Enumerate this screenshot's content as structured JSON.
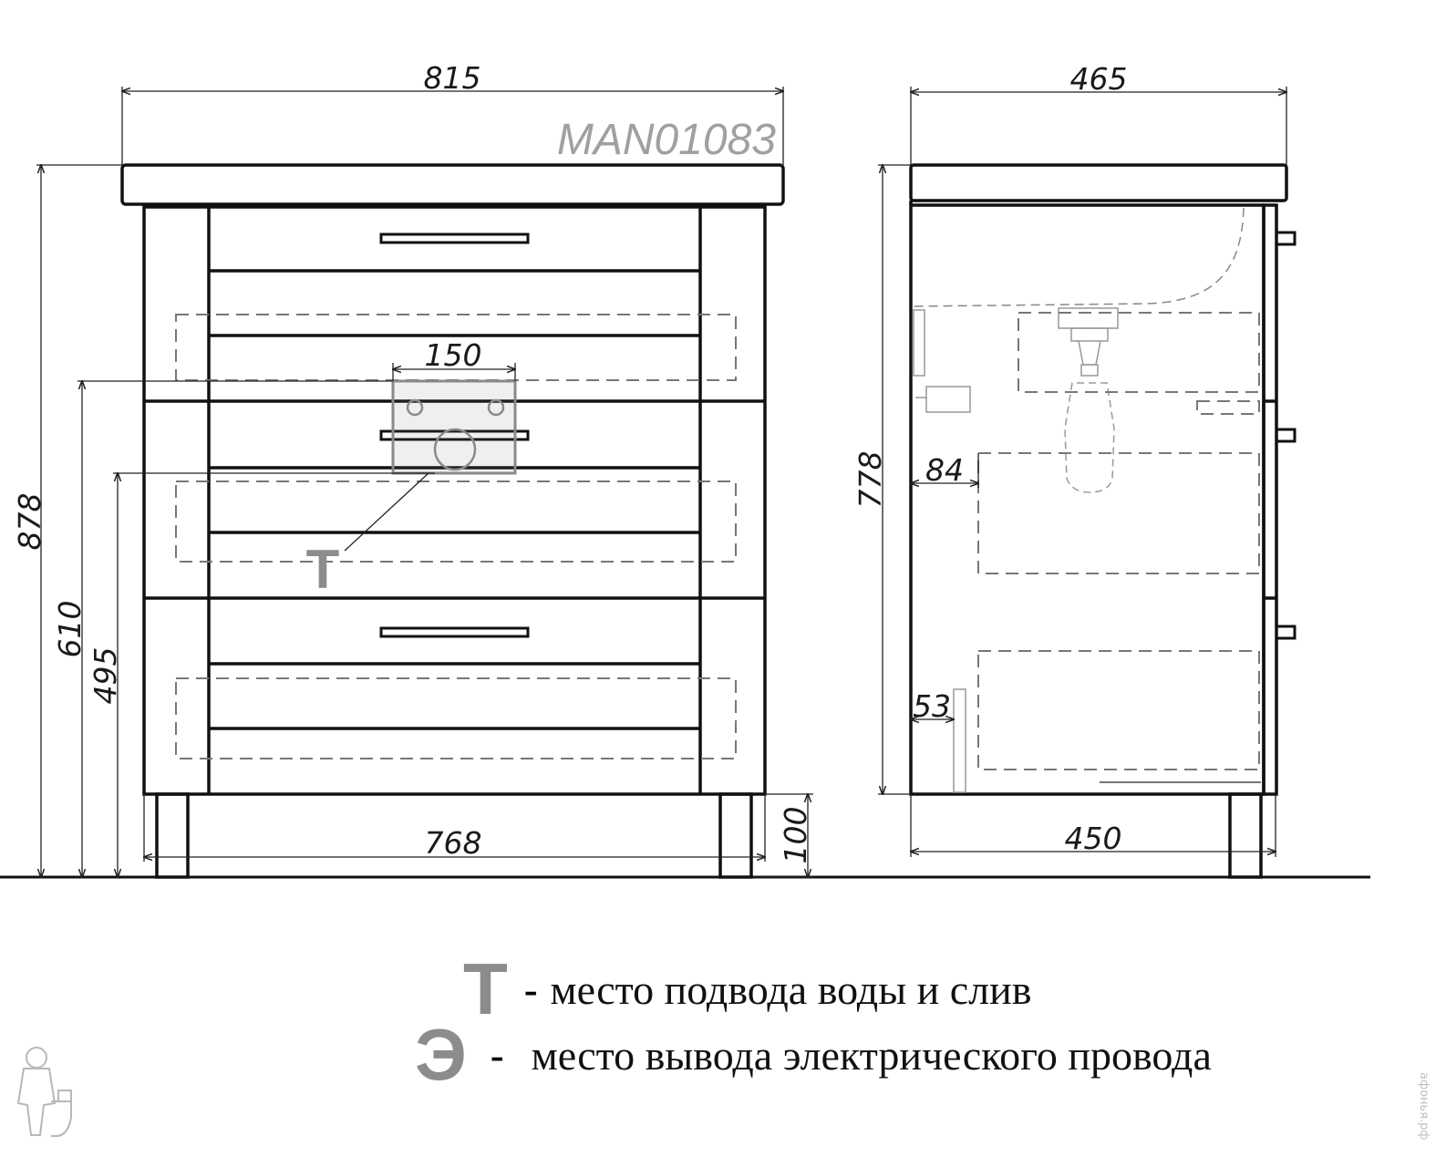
{
  "front_view": {
    "model_code": "MAN01083",
    "dim_total_width": "815",
    "dim_cabinet_width": "768",
    "dim_total_height": "878",
    "dim_water_height": "610",
    "dim_drain_height": "495",
    "dim_leg_height": "100",
    "dim_connection_width": "150",
    "connection_marker": "Т"
  },
  "side_view": {
    "dim_total_depth": "465",
    "dim_cabinet_depth": "450",
    "dim_body_height": "778",
    "dim_upper_offset": "84",
    "dim_lower_offset": "53"
  },
  "legend": [
    {
      "symbol": "Т",
      "symbol_color": "#8c8c8c",
      "dash": "-",
      "text": "место подвода воды и слив"
    },
    {
      "symbol": "Э",
      "symbol_color": "#8c8c8c",
      "dash": "-",
      "text": "место вывода электрического провода"
    }
  ],
  "watermark": "aфонья.рф"
}
